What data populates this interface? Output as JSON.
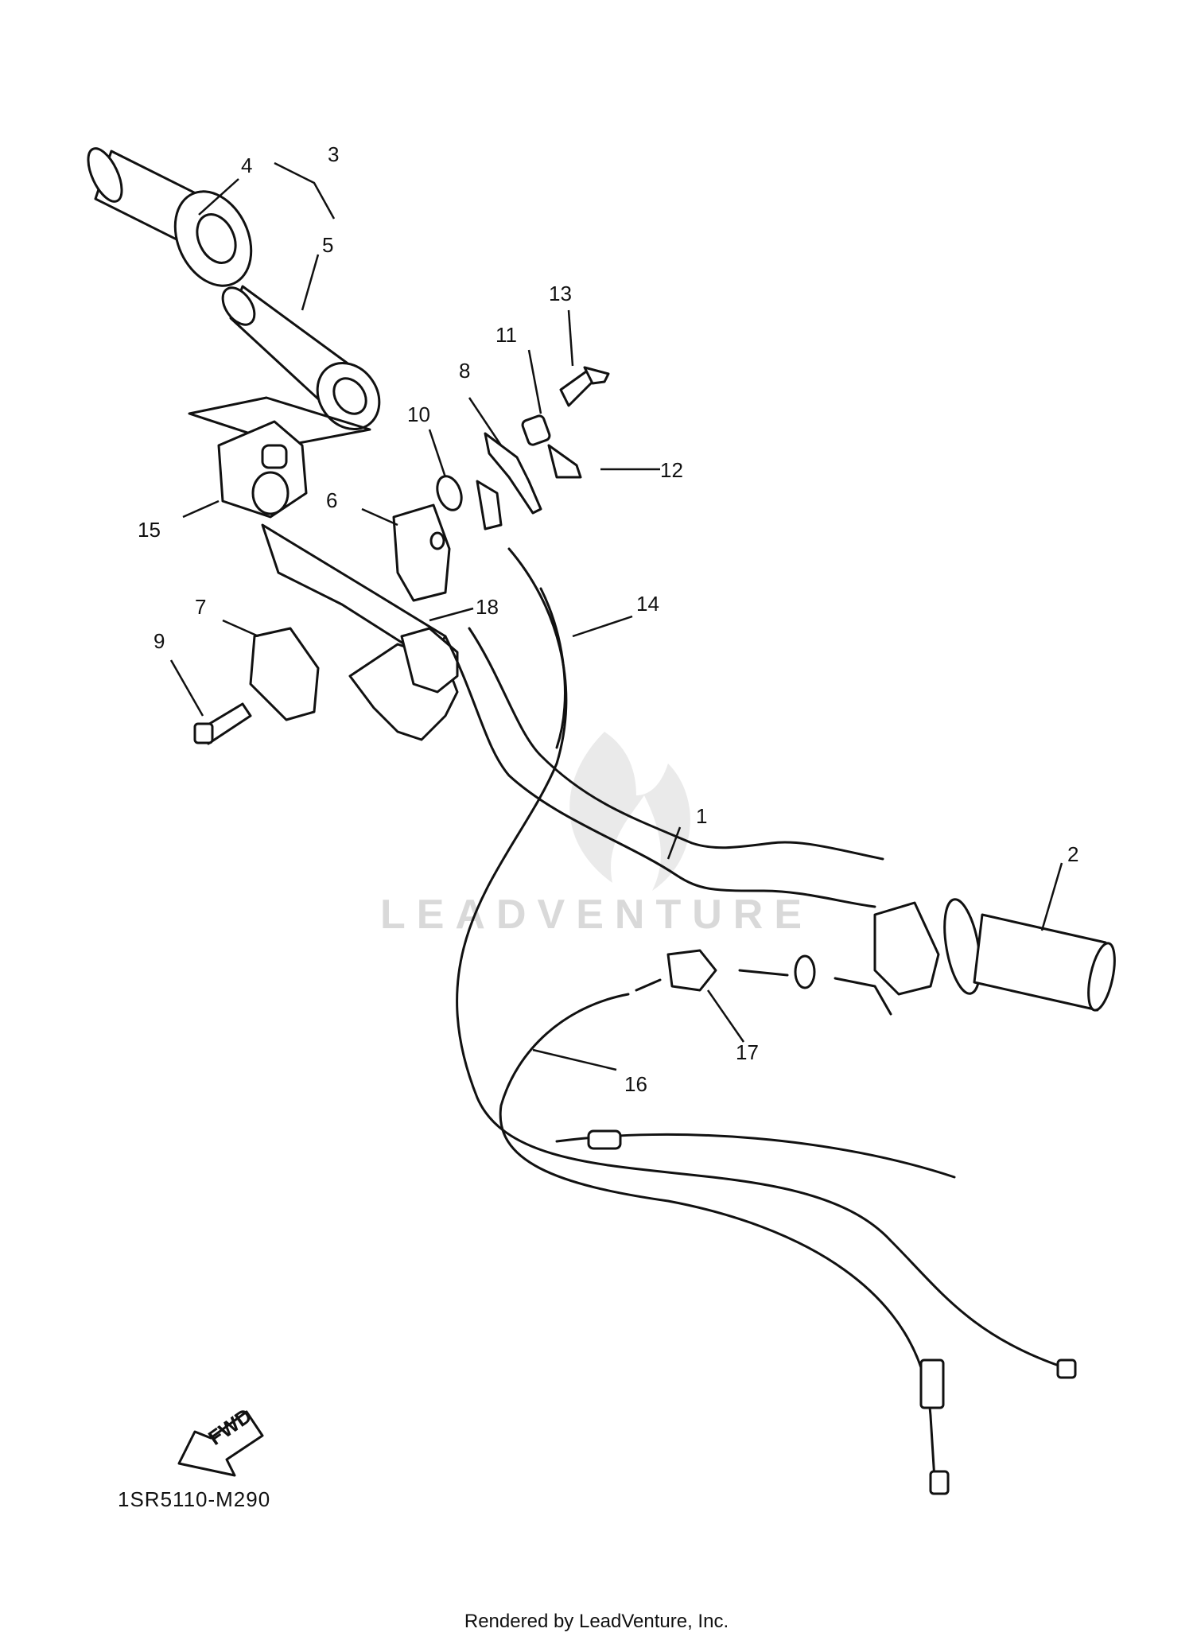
{
  "watermark": "LEADVENTURE",
  "diagram_code": "1SR5110-M290",
  "footer": "Rendered by LeadVenture, Inc.",
  "fwd_label": "FWD",
  "callouts": [
    "1",
    "2",
    "3",
    "4",
    "5",
    "6",
    "7",
    "8",
    "9",
    "10",
    "11",
    "12",
    "13",
    "14",
    "15",
    "16",
    "17",
    "18"
  ],
  "colors": {
    "line": "#111111",
    "watermark": "#d9d9d9",
    "background": "#ffffff"
  }
}
